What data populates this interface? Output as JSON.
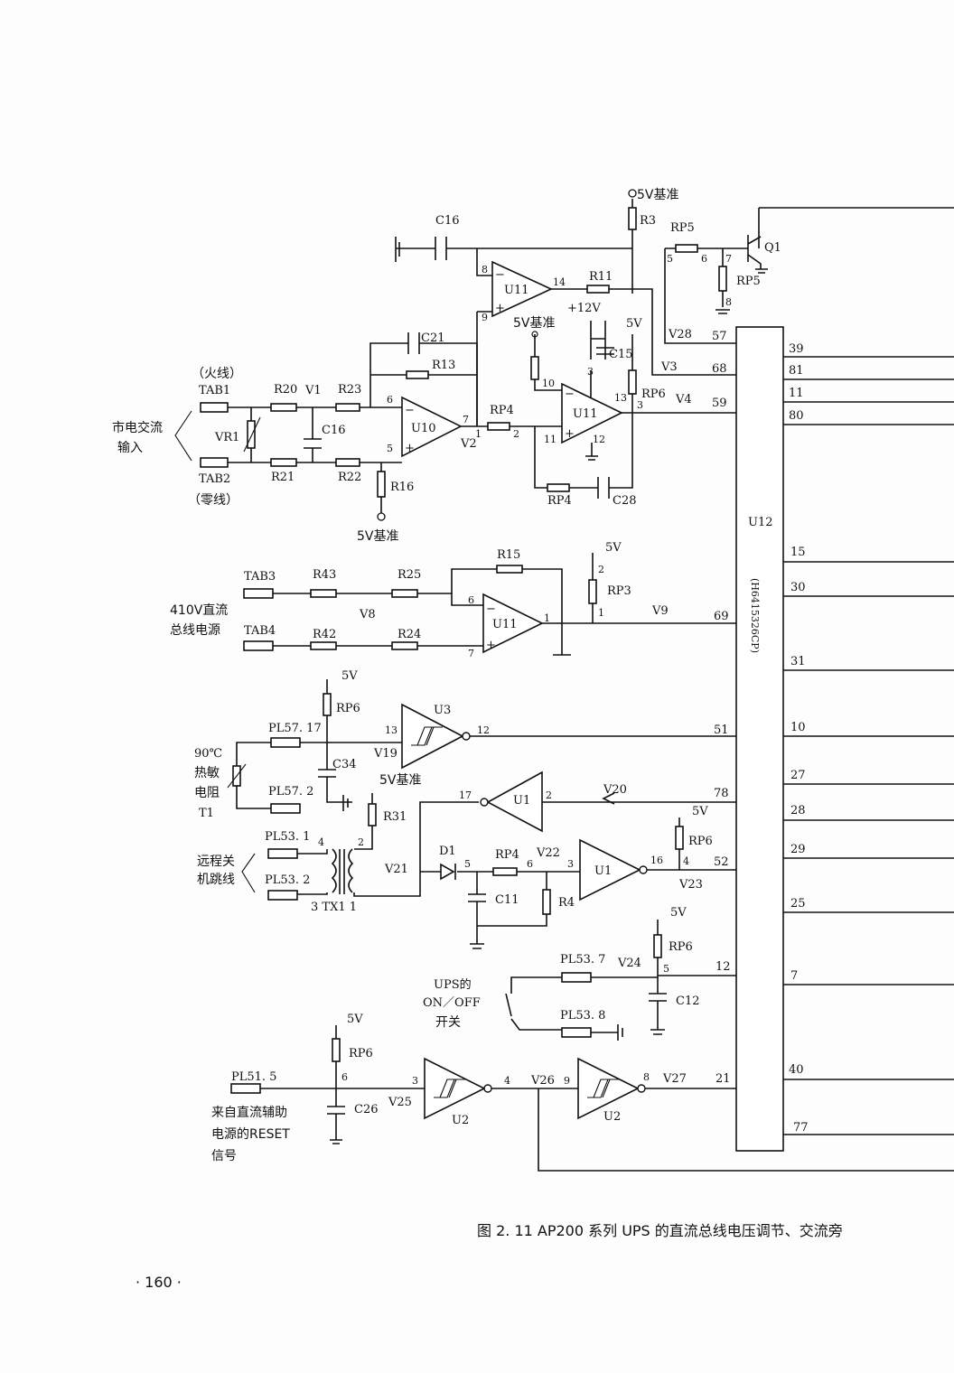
{
  "labels": {
    "tab1": "TAB1",
    "tab2": "TAB2",
    "tab3": "TAB3",
    "tab4": "TAB4",
    "fire": "（火线）",
    "zero": "（零线）",
    "mains1": "市电交流",
    "mains2": "输入",
    "bus1": "410V直流",
    "bus2": "总线电源",
    "vr1": "VR1",
    "r20": "R20",
    "r21": "R21",
    "r23": "R23",
    "r22": "R22",
    "v1": "V1",
    "c16a": "C16",
    "c16": "C16",
    "r16": "R16",
    "r13": "R13",
    "c21": "C21",
    "u10": "U10",
    "u11": "U11",
    "v2": "V2",
    "rp4": "RP4",
    "r11": "R11",
    "r3": "R3",
    "ref5v": "5V基准",
    "plus12v": "+12V",
    "c15": "C15",
    "v3": "V3",
    "v4": "V4",
    "rp6": "RP6",
    "rp5": "RP5",
    "q1": "Q1",
    "v28": "V28",
    "c28": "C28",
    "r43": "R43",
    "r25": "R25",
    "r42": "R42",
    "r24": "R24",
    "r15": "R15",
    "rp3": "RP3",
    "v8": "V8",
    "v9": "V9",
    "v5": "5V",
    "pl5717": "PL57. 17",
    "pl572": "PL57. 2",
    "therm1": "90℃",
    "therm2": "热敏",
    "therm3": "电阻",
    "therm4": "T1",
    "u3": "U3",
    "v19": "V19",
    "c34": "C34",
    "r31": "R31",
    "u1": "U1",
    "v20": "V20",
    "pl531": "PL53. 1",
    "pl532": "PL53. 2",
    "remote1": "远程关",
    "remote2": "机跳线",
    "tx1": "3 TX1 1",
    "v21": "V21",
    "d1": "D1",
    "v22": "V22",
    "c11": "C11",
    "r4": "R4",
    "v23": "V23",
    "pl537": "PL53. 7",
    "pl538": "PL53. 8",
    "v24": "V24",
    "c12": "C12",
    "ups1": "UPS的",
    "ups2": "ON／OFF",
    "ups3": "开关",
    "pl515": "PL51. 5",
    "reset1": "来自直流辅助",
    "reset2": "电源的RESET",
    "reset3": "信号",
    "c26": "C26",
    "v25": "V25",
    "u2": "U2",
    "v26": "V26",
    "v27": "V27",
    "u12": "U12",
    "chip": "(H6415326CP)"
  },
  "pins": {
    "p39": "39",
    "p81": "81",
    "p11": "11",
    "p80": "80",
    "p15": "15",
    "p30": "30",
    "p31": "31",
    "p10": "10",
    "p27": "27",
    "p28": "28",
    "p29": "29",
    "p25": "25",
    "p7": "7",
    "p40": "40",
    "p77": "77",
    "p57": "57",
    "p68": "68",
    "p59": "59",
    "p69": "69",
    "p51": "51",
    "p78": "78",
    "p52": "52",
    "p12": "12",
    "p21": "21"
  },
  "caption": "图 2. 11    AP200 系列 UPS 的直流总线电压调节、交流旁",
  "page_number": "· 160 ·"
}
